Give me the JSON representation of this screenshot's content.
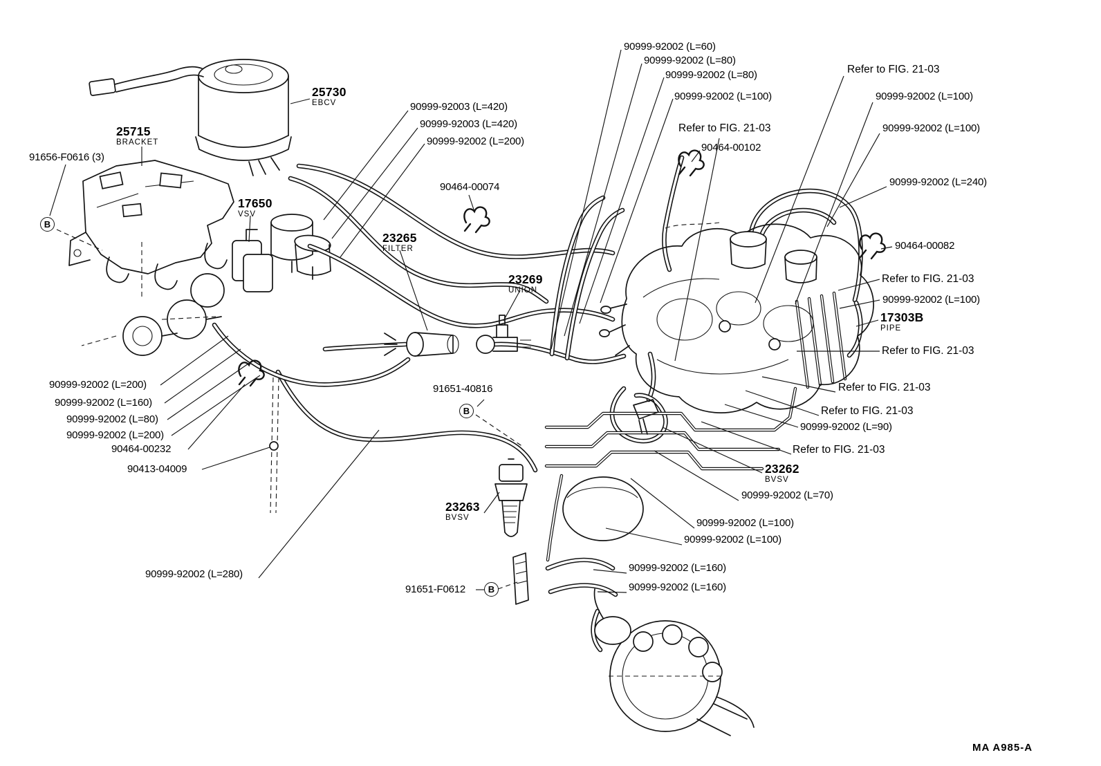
{
  "page": {
    "footer_code": "MA  A985-A",
    "detail_symbol": "B"
  },
  "parts": {
    "ebcv": {
      "num": "25730",
      "sub": "EBCV"
    },
    "bracket": {
      "num": "25715",
      "sub": "BRACKET"
    },
    "vsv": {
      "num": "17650",
      "sub": "VSV"
    },
    "filter": {
      "num": "23265",
      "sub": "FILTER"
    },
    "union": {
      "num": "23269",
      "sub": "UNION"
    },
    "pipe": {
      "num": "17303B",
      "sub": "PIPE"
    },
    "bvsv_upper": {
      "num": "23262",
      "sub": "BVSV"
    },
    "bvsv_lower": {
      "num": "23263",
      "sub": "BVSV"
    }
  },
  "labels": {
    "t1": "90999-92002 (L=60)",
    "t2": "90999-92002 (L=80)",
    "t3": "90999-92002 (L=80)",
    "t4": "90999-92002 (L=100)",
    "ref_top": "Refer to FIG. 21-03",
    "r1": "90999-92002 (L=100)",
    "r2": "90999-92002 (L=100)",
    "ref_mid_left": "Refer to FIG. 21-03",
    "clamp_00102": "90464-00102",
    "r3": "90999-92002 (L=240)",
    "h420_a": "90999-92003 (L=420)",
    "h420_b": "90999-92003 (L=420)",
    "h200_top": "90999-92002 (L=200)",
    "screw": "91656-F0616 (3)",
    "clamp_00074": "90464-00074",
    "clamp_00082": "90464-00082",
    "ref_r1": "Refer to FIG. 21-03",
    "r4": "90999-92002 (L=100)",
    "ref_r2": "Refer to FIG. 21-03",
    "b200_a": "90999-92002 (L=200)",
    "b160": "90999-92002 (L=160)",
    "b80": "90999-92002 (L=80)",
    "b200_b": "90999-92002 (L=200)",
    "clamp_00232": "90464-00232",
    "valve_04009": "90413-04009",
    "grommet_40816": "91651-40816",
    "ref_r3": "Refer to FIG. 21-03",
    "ref_r4": "Refer to FIG. 21-03",
    "r90": "90999-92002 (L=90)",
    "ref_r5": "Refer to FIG. 21-03",
    "r70": "90999-92002 (L=70)",
    "r100_a": "90999-92002 (L=100)",
    "r100_b": "90999-92002 (L=100)",
    "b280": "90999-92002 (L=280)",
    "r160_a": "90999-92002 (L=160)",
    "grommet_f0612": "91651-F0612",
    "r160_b": "90999-92002 (L=160)"
  }
}
